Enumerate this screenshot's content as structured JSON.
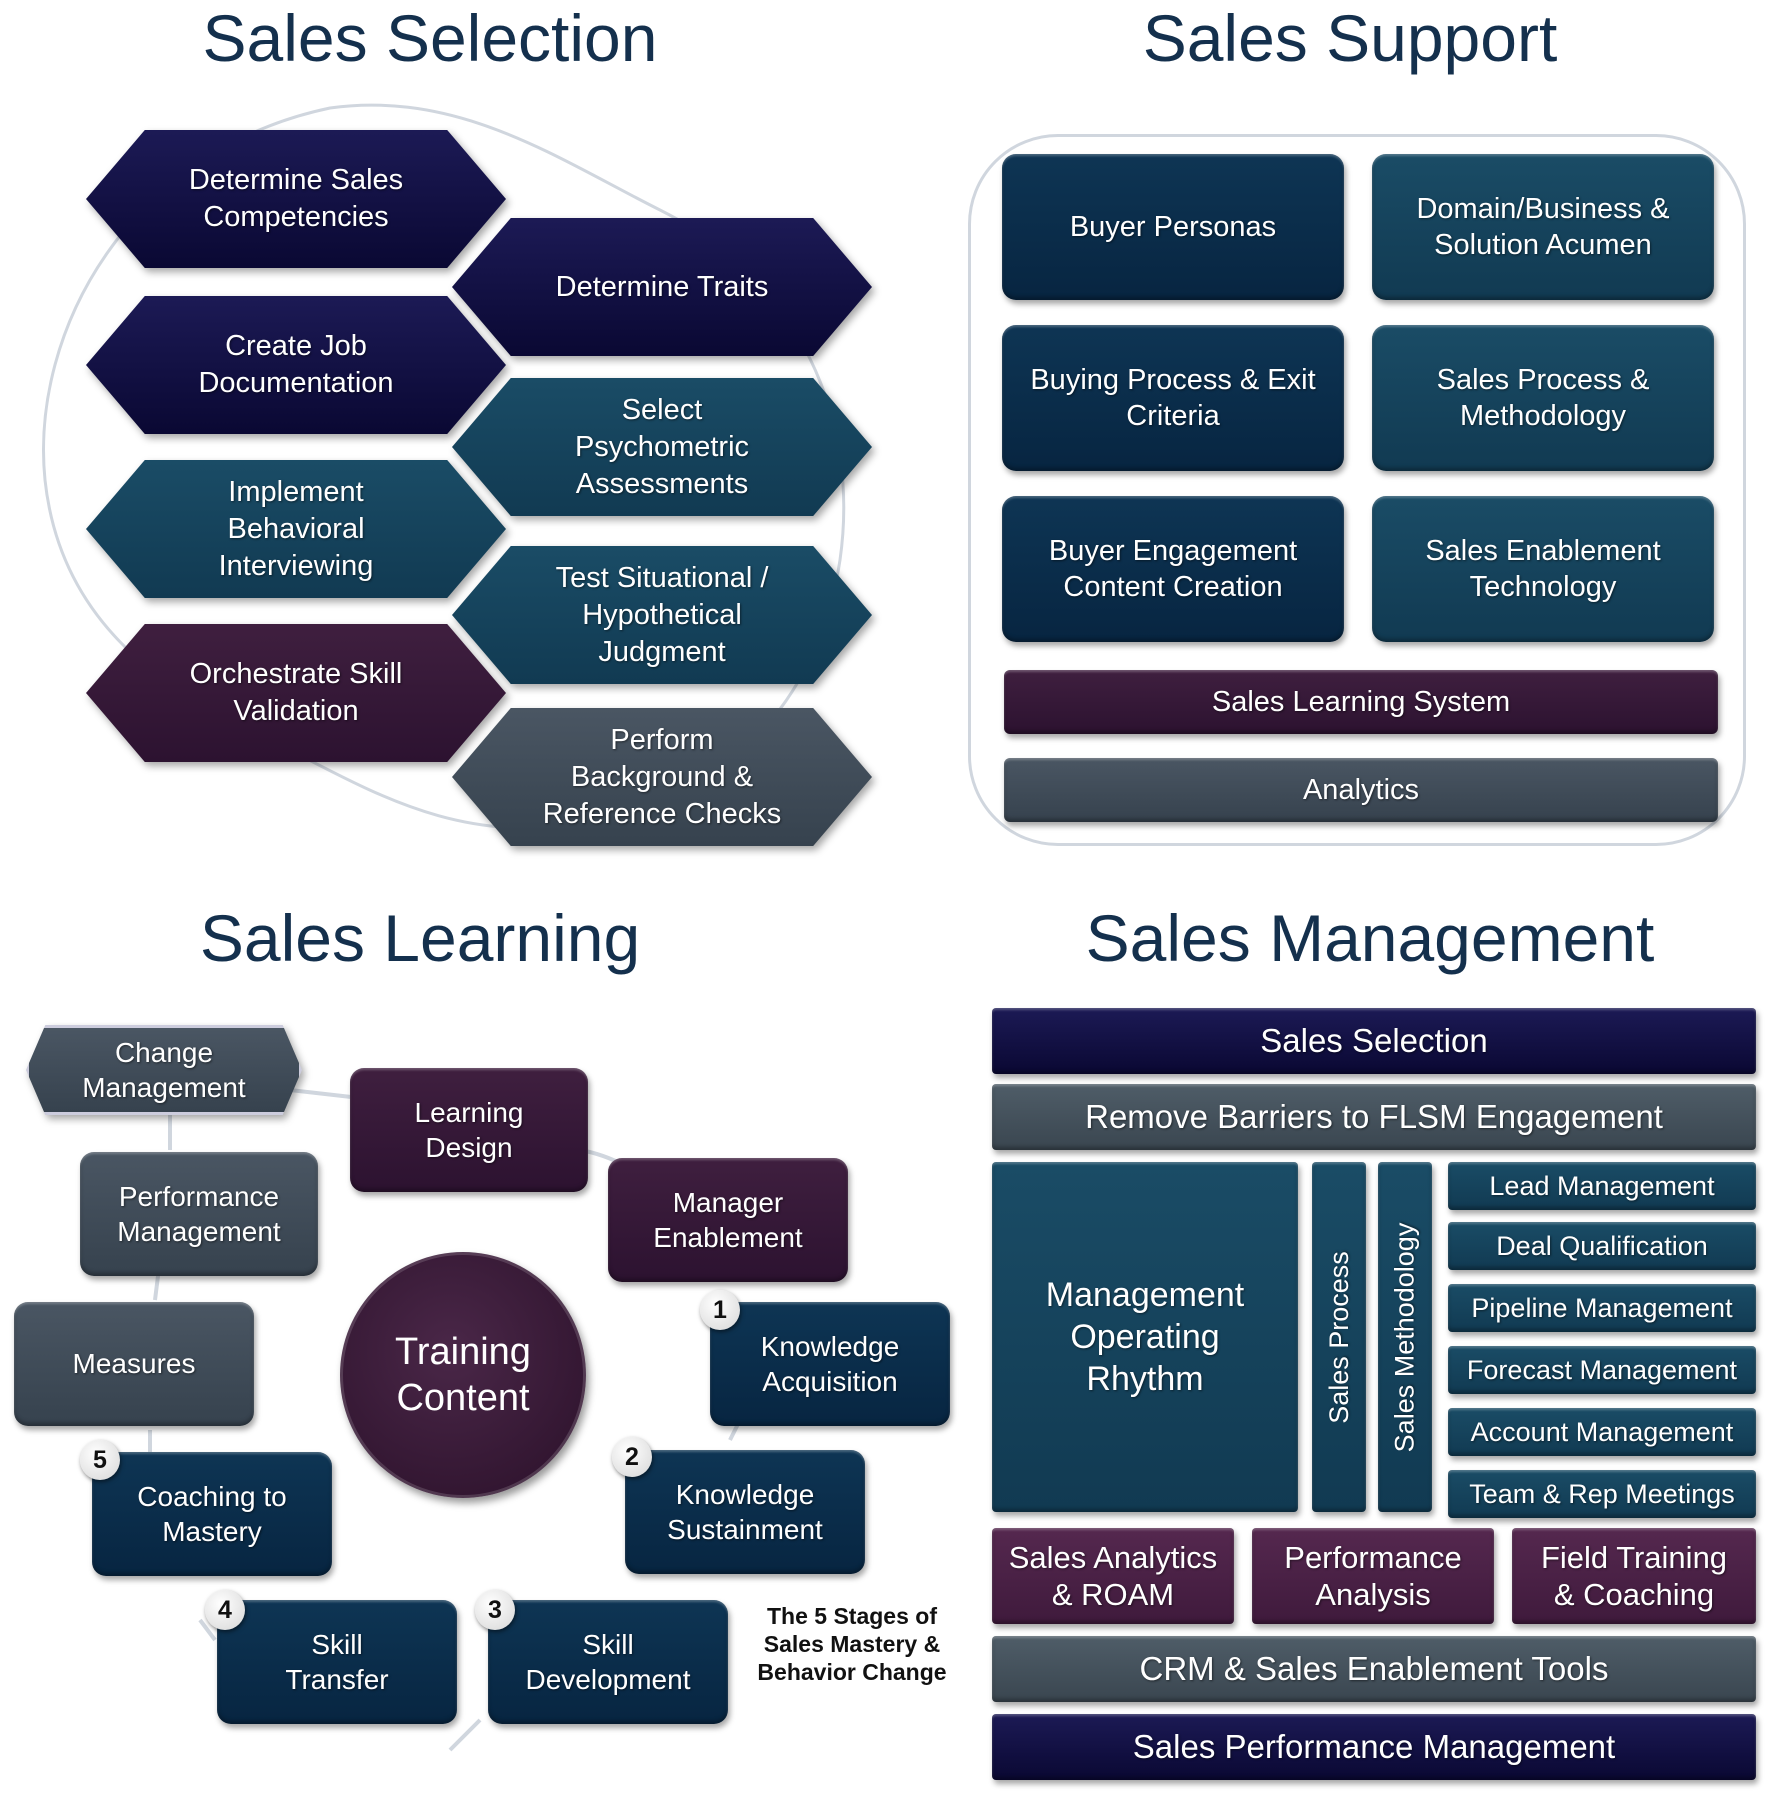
{
  "quadrants": {
    "selection": {
      "title": "Sales Selection",
      "items": [
        {
          "label": "Determine Sales Competencies"
        },
        {
          "label": "Determine Traits"
        },
        {
          "label": "Create Job Documentation"
        },
        {
          "label": "Select Psychometric Assessments"
        },
        {
          "label": "Implement Behavioral Interviewing"
        },
        {
          "label": "Test Situational / Hypothetical Judgment"
        },
        {
          "label": "Orchestrate Skill Validation"
        },
        {
          "label": "Perform Background & Reference Checks"
        }
      ]
    },
    "support": {
      "title": "Sales Support",
      "items": [
        {
          "label": "Buyer Personas"
        },
        {
          "label": "Domain/Business & Solution Acumen"
        },
        {
          "label": "Buying Process & Exit Criteria"
        },
        {
          "label": "Sales Process & Methodology"
        },
        {
          "label": "Buyer Engagement Content Creation"
        },
        {
          "label": "Sales Enablement Technology"
        }
      ],
      "bars": [
        {
          "label": "Sales Learning System"
        },
        {
          "label": "Analytics"
        }
      ]
    },
    "learning": {
      "title": "Sales Learning",
      "center": "Training Content",
      "items": [
        {
          "label": "Change Management"
        },
        {
          "label": "Learning Design"
        },
        {
          "label": "Manager Enablement"
        },
        {
          "label": "Performance Management"
        },
        {
          "label": "Measures"
        },
        {
          "label": "Knowledge Acquisition",
          "badge": "1"
        },
        {
          "label": "Knowledge Sustainment",
          "badge": "2"
        },
        {
          "label": "Skill Development",
          "badge": "3"
        },
        {
          "label": "Skill Transfer",
          "badge": "4"
        },
        {
          "label": "Coaching to Mastery",
          "badge": "5"
        }
      ],
      "caption": "The 5 Stages of Sales Mastery & Behavior Change"
    },
    "management": {
      "title": "Sales Management",
      "top_bars": [
        {
          "label": "Sales Selection"
        },
        {
          "label": "Remove Barriers to FLSM Engagement"
        }
      ],
      "rhythm": "Management Operating Rhythm",
      "vertical": [
        {
          "label": "Sales Process"
        },
        {
          "label": "Sales Methodology"
        }
      ],
      "list": [
        {
          "label": "Lead Management"
        },
        {
          "label": "Deal Qualification"
        },
        {
          "label": "Pipeline Management"
        },
        {
          "label": "Forecast Management"
        },
        {
          "label": "Account Management"
        },
        {
          "label": "Team & Rep Meetings"
        }
      ],
      "row": [
        {
          "label": "Sales Analytics & ROAM"
        },
        {
          "label": "Performance Analysis"
        },
        {
          "label": "Field Training & Coaching"
        }
      ],
      "bottom_bars": [
        {
          "label": "CRM & Sales Enablement Tools"
        },
        {
          "label": "Sales Performance Management"
        }
      ]
    }
  },
  "colors": {
    "title": "#14304d",
    "indigo": "#0c0a3a",
    "teal": "#15445e",
    "plum": "#351735",
    "slate": "#3f4b57"
  }
}
